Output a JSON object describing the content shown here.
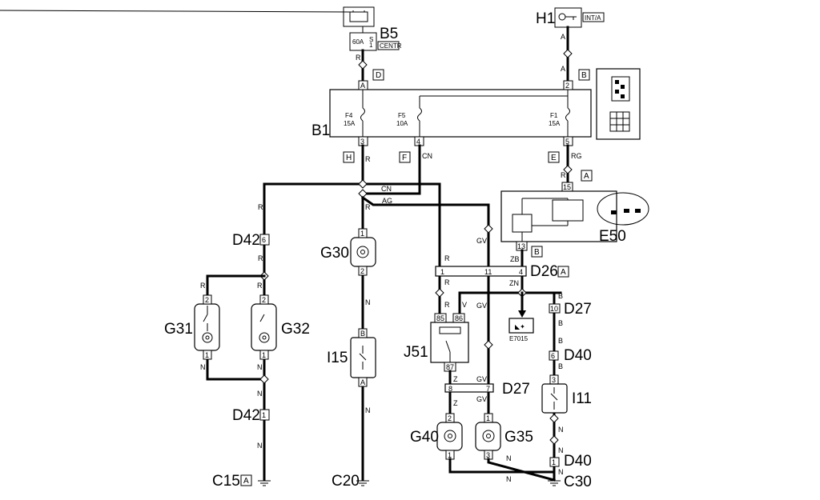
{
  "components": {
    "B5": "B5",
    "B5_fuse": "60A",
    "B5_sub": "CENTR",
    "H1": "H1",
    "H1_sub": "INT/A",
    "B1": "B1",
    "E50": "E50",
    "G30": "G30",
    "G31": "G31",
    "G32": "G32",
    "I15": "I15",
    "J51": "J51",
    "I11": "I11",
    "G40": "G40",
    "G35": "G35",
    "D26": "D26",
    "D27a": "D27",
    "D27b": "D27",
    "D40a": "D40",
    "D40b": "D40",
    "D42a": "D42",
    "D42b": "D42",
    "C15": "C15",
    "C20": "C20",
    "C30": "C30",
    "E7015": "E7015"
  },
  "fuses": {
    "f4_name": "F4",
    "f4_rating": "15A",
    "f5_name": "F5",
    "f5_rating": "10A",
    "f1_name": "F1",
    "f1_rating": "15A"
  },
  "tags": {
    "D": "D",
    "B_top": "B",
    "H": "H",
    "F": "F",
    "E": "E",
    "A_e50": "A",
    "B_e50": "B",
    "A_d26": "A",
    "A_c15": "A"
  },
  "wires": {
    "R": "R",
    "A": "A",
    "CN": "CN",
    "AG": "AG",
    "RG": "RG",
    "GV": "GV",
    "ZB": "ZB",
    "ZN": "ZN",
    "V": "V",
    "N": "N",
    "B": "B",
    "Z": "Z"
  },
  "pins": {
    "pA": "A",
    "p2": "2",
    "p3": "3",
    "p4": "4",
    "p5": "5",
    "p15": "15",
    "p13": "13",
    "p6": "6",
    "p1": "1",
    "p11": "11",
    "p85": "85",
    "p86": "86",
    "p87": "87",
    "p8": "8",
    "p7": "7",
    "p10": "10",
    "pB": "B"
  }
}
